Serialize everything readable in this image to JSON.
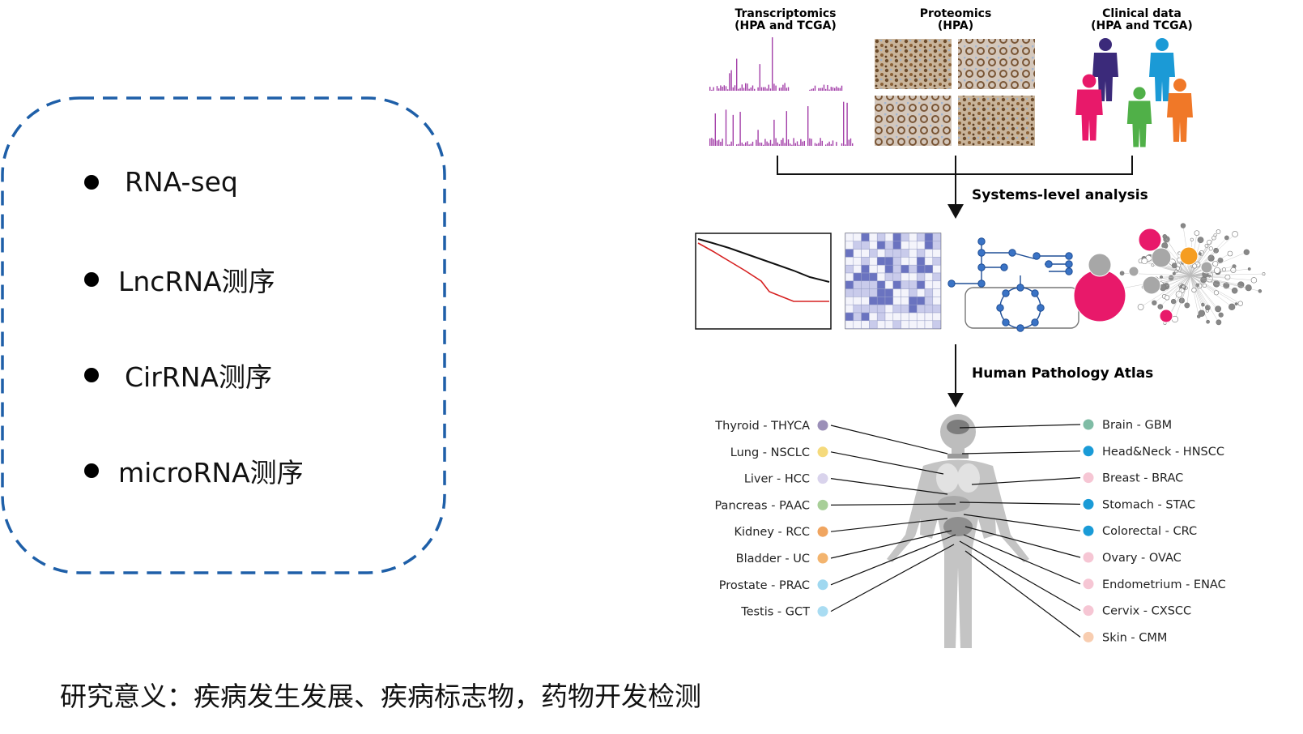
{
  "left_box": {
    "items": [
      "RNA-seq",
      "LncRNA测序",
      "CirRNA测序",
      "microRNA测序"
    ]
  },
  "caption": "研究意义：疾病发生发展、疾病标志物，药物开发检测",
  "figure": {
    "sources": [
      {
        "title": "Transcriptomics",
        "subtitle": "(HPA and TCGA)"
      },
      {
        "title": "Proteomics",
        "subtitle": "(HPA)"
      },
      {
        "title": "Clinical data",
        "subtitle": "(HPA and TCGA)"
      }
    ],
    "step1_label": "Systems-level analysis",
    "step2_label": "Human Pathology Atlas",
    "left_cancers": [
      {
        "label": "Thyroid - THYCA",
        "color": "#9b8fb8"
      },
      {
        "label": "Lung - NSCLC",
        "color": "#f5da7c"
      },
      {
        "label": "Liver - HCC",
        "color": "#d9d3ec"
      },
      {
        "label": "Pancreas - PAAC",
        "color": "#a8cf98"
      },
      {
        "label": "Kidney - RCC",
        "color": "#f0a560"
      },
      {
        "label": "Bladder - UC",
        "color": "#f3b46e"
      },
      {
        "label": "Prostate - PRAC",
        "color": "#9fd8f0"
      },
      {
        "label": "Testis - GCT",
        "color": "#a9dcf2"
      }
    ],
    "right_cancers": [
      {
        "label": "Brain - GBM",
        "color": "#7fbca5"
      },
      {
        "label": "Head&Neck - HNSCC",
        "color": "#1a9bd7"
      },
      {
        "label": "Breast - BRAC",
        "color": "#f6c6d4"
      },
      {
        "label": "Stomach - STAC",
        "color": "#1a9bd7"
      },
      {
        "label": "Colorectal - CRC",
        "color": "#1a9bd7"
      },
      {
        "label": "Ovary - OVAC",
        "color": "#f6c6d4"
      },
      {
        "label": "Endometrium - ENAC",
        "color": "#f6c6d4"
      },
      {
        "label": "Cervix - CXSCC",
        "color": "#f6c6d4"
      },
      {
        "label": "Skin - CMM",
        "color": "#f8cdb0"
      }
    ],
    "colors": {
      "box_border": "#1e5fa8",
      "transcript_bars": "#a33fa8",
      "km_black": "#111111",
      "km_red": "#d62020",
      "heatmap_dark": "#6a73c0",
      "heatmap_light": "#c9cbeb",
      "network_node": "#1f4e96",
      "bubble_pink": "#e8196a",
      "bubble_orange": "#f59d22",
      "bubble_gray": "#a7a7a7",
      "people": [
        "#3b2a7a",
        "#1b9ad6",
        "#e8196a",
        "#50b048",
        "#f07828"
      ]
    }
  }
}
